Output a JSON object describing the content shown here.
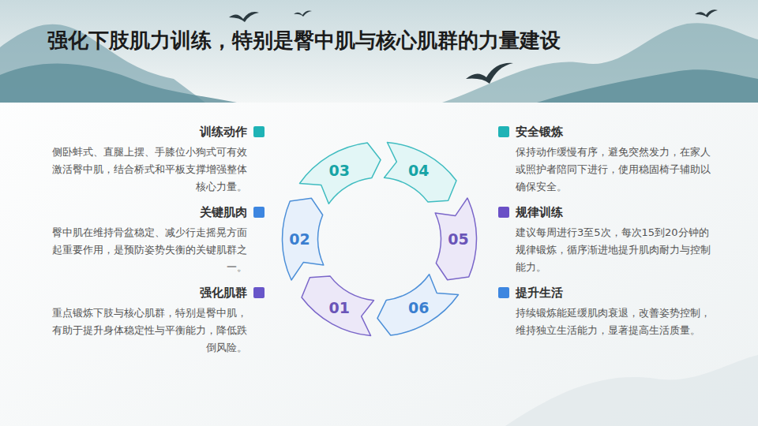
{
  "diagram": {
    "title": "强化下肢肌力训练，特别是臀中肌与核心肌群的力量建设",
    "nodes": [
      {
        "text": [
          "训练动作",
          "侧卧蚌式、直腿上摆、手膝位小狗式可有效激活臀中肌，结合桥式和平板支撑增强整体核心力量。"
        ]
      },
      {
        "text": [
          "关键肌肉",
          "臀中肌在维持骨盆稳定、减少行走摇晃方面起重要作用，是预防姿势失衡的关键肌群之一。"
        ]
      },
      {
        "text": [
          "强化肌群",
          "重点锻炼下肢与核心肌群，特别是臀中肌，有助于提升身体稳定性与平衡能力，降低跌倒风险。"
        ]
      },
      {
        "text": [
          "01"
        ]
      },
      {
        "text": [
          "02"
        ]
      },
      {
        "text": [
          "03"
        ]
      },
      {
        "text": [
          "04"
        ]
      },
      {
        "text": [
          "05"
        ]
      },
      {
        "text": [
          "06"
        ]
      },
      {
        "text": [
          "安全锻炼",
          "保持动作缓慢有序，避免突然发力，在家人或照护者陪同下进行，使用稳固椅子辅助以确保安全。"
        ]
      },
      {
        "text": [
          "规律训练",
          "建议每周进行3至5次，每次15到20分钟的规律锻炼，循序渐进地提升肌肉耐力与控制能力。"
        ]
      },
      {
        "text": [
          "提升生活",
          "持续锻炼能延缓肌肉衰退，改善姿势控制，维持独立生活能力，显著提高生活质量。"
        ]
      }
    ]
  }
}
